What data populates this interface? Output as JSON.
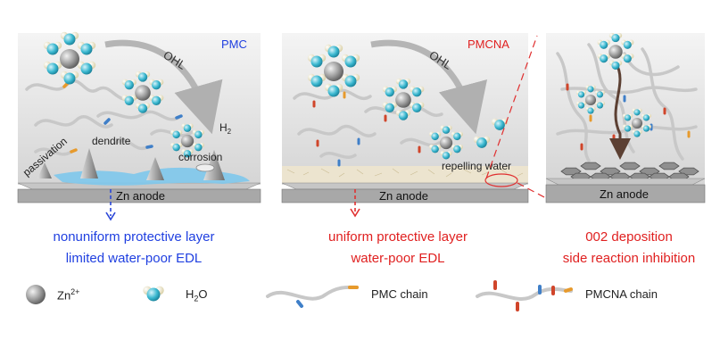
{
  "colors": {
    "pmc_label": "#1f3fe0",
    "pmcna_label": "#e02020",
    "panel_bg": "#dcdcdc",
    "slab_top": "#c9c9c9",
    "water_layer": "#7ec8ec",
    "sand_layer": "#ece4cf",
    "red_dash": "#e03030",
    "blue_dash": "#2a46d8"
  },
  "panels": {
    "pmc": {
      "name": "PMC",
      "arrow_label": "OHL",
      "anode": "Zn anode",
      "dendrite": "dendrite",
      "passivation": "passivation",
      "corrosion": "corrosion",
      "h2": "H",
      "h2_sub": "2"
    },
    "pmcna": {
      "name": "PMCNA",
      "arrow_label": "OHL",
      "anode": "Zn anode",
      "repelling": "repelling water"
    },
    "zoom": {
      "anode": "Zn anode"
    }
  },
  "captions": {
    "pmc_line1": "nonuniform protective layer",
    "pmc_line2": "limited water-poor EDL",
    "pmcna_line1": "uniform protective layer",
    "pmcna_line2": "water-poor EDL",
    "zoom_line1": "002 deposition",
    "zoom_line2": "side reaction inhibition"
  },
  "legend": {
    "zn_label": "Zn",
    "zn_sup": "2+",
    "h2o_label": "H",
    "h2o_sub": "2",
    "h2o_tail": "O",
    "pmc_chain": "PMC chain",
    "pmcna_chain": "PMCNA chain"
  }
}
